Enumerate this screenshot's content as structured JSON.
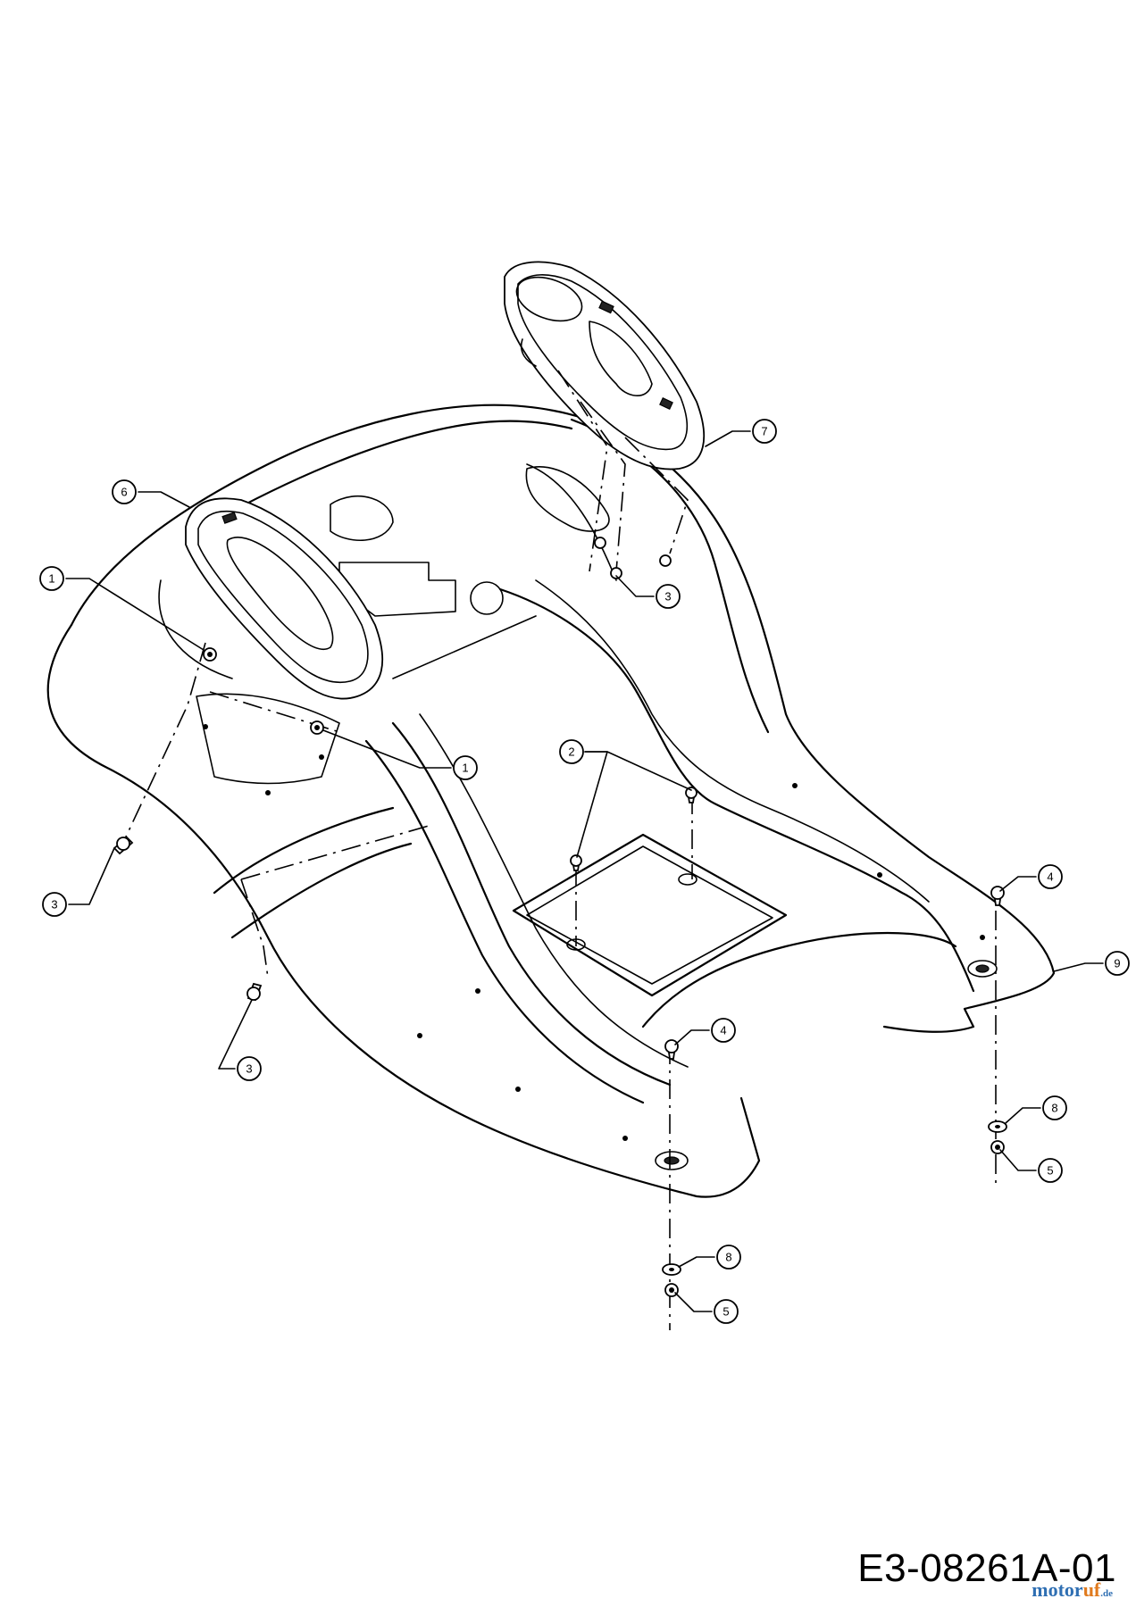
{
  "diagram": {
    "document_code": "E3-08261A-01",
    "watermark": {
      "part1": "motor",
      "part2": "uf",
      "suffix": ".de"
    },
    "callouts": [
      {
        "id": "c1a",
        "label": "1"
      },
      {
        "id": "c1b",
        "label": "1"
      },
      {
        "id": "c2",
        "label": "2"
      },
      {
        "id": "c3a",
        "label": "3"
      },
      {
        "id": "c3b",
        "label": "3"
      },
      {
        "id": "c3c",
        "label": "3"
      },
      {
        "id": "c4a",
        "label": "4"
      },
      {
        "id": "c4b",
        "label": "4"
      },
      {
        "id": "c5a",
        "label": "5"
      },
      {
        "id": "c5b",
        "label": "5"
      },
      {
        "id": "c6",
        "label": "6"
      },
      {
        "id": "c7",
        "label": "7"
      },
      {
        "id": "c8a",
        "label": "8"
      },
      {
        "id": "c8b",
        "label": "8"
      },
      {
        "id": "c9",
        "label": "9"
      }
    ]
  }
}
